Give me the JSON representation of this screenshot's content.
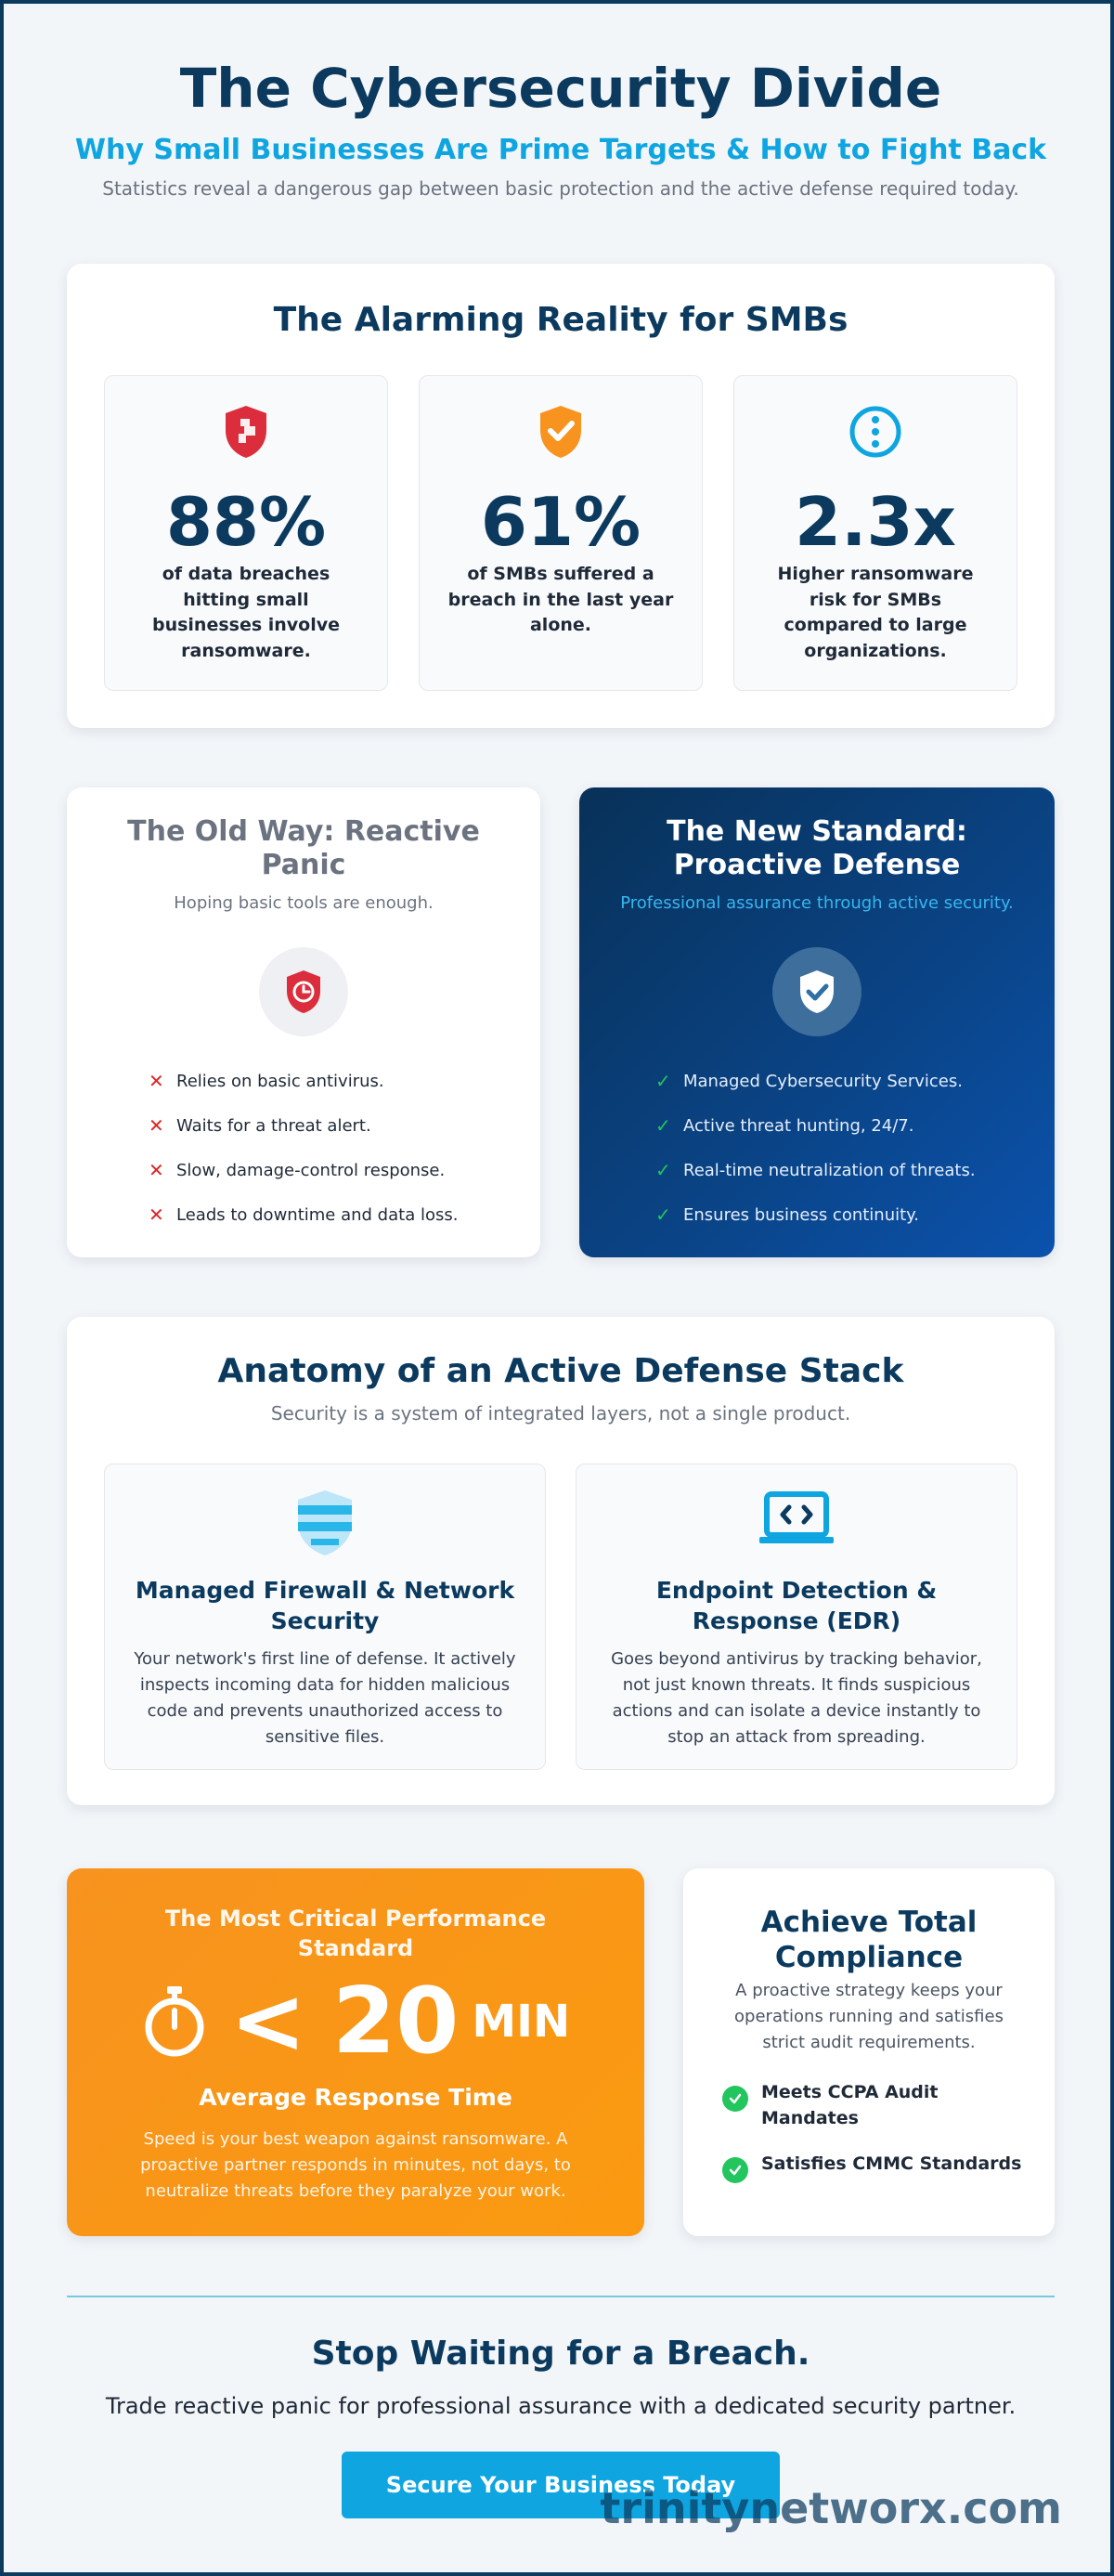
{
  "header": {
    "title": "The Cybersecurity Divide",
    "subtitle": "Why Small Businesses Are Prime Targets & How to Fight Back",
    "tagline": "Statistics reveal a dangerous gap between basic protection and the active defense required today."
  },
  "reality": {
    "title": "The Alarming Reality for SMBs",
    "stats": [
      {
        "icon": "shield-alert-icon",
        "value": "88%",
        "label": "of data breaches hitting small businesses involve ransomware."
      },
      {
        "icon": "shield-check-icon",
        "value": "61%",
        "label": "of SMBs suffered a breach in the last year alone."
      },
      {
        "icon": "info-circle-icon",
        "value": "2.3x",
        "label": "Higher ransomware risk for SMBs compared to large organizations."
      }
    ]
  },
  "old_way": {
    "title": "The Old Way: Reactive Panic",
    "subtitle": "Hoping basic tools are enough.",
    "icon": "clock-shield-icon",
    "items": [
      "Relies on basic antivirus.",
      "Waits for a threat alert.",
      "Slow, damage-control response.",
      "Leads to downtime and data loss."
    ]
  },
  "new_way": {
    "title": "The New Standard: Proactive Defense",
    "subtitle": "Professional assurance through active security.",
    "icon": "shield-check-icon",
    "items": [
      "Managed Cybersecurity Services.",
      "Active threat hunting, 24/7.",
      "Real-time neutralization of threats.",
      "Ensures business continuity."
    ]
  },
  "anatomy": {
    "title": "Anatomy of an Active Defense Stack",
    "subtitle": "Security is a system of integrated layers, not a single product.",
    "layers": [
      {
        "icon": "firewall-icon",
        "title": "Managed Firewall & Network Security",
        "desc": "Your network's first line of defense. It actively inspects incoming data for hidden malicious code and prevents unauthorized access to sensitive files."
      },
      {
        "icon": "laptop-code-icon",
        "title": "Endpoint Detection & Response (EDR)",
        "desc": "Goes beyond antivirus by tracking behavior, not just known threats. It finds suspicious actions and can isolate a device instantly to stop an attack from spreading."
      }
    ]
  },
  "speed": {
    "title": "The Most Critical Performance Standard",
    "icon": "stopwatch-icon",
    "comparator": "<",
    "value": "20",
    "unit": "MIN",
    "label": "Average Response Time",
    "desc": "Speed is your best weapon against ransomware. A proactive partner responds in minutes, not days, to neutralize threats before they paralyze your work."
  },
  "compliance": {
    "title": "Achieve Total Compliance",
    "desc": "A proactive strategy keeps your operations running and satisfies strict audit requirements.",
    "items": [
      "Meets CCPA Audit Mandates",
      "Satisfies CMMC Standards"
    ]
  },
  "cta": {
    "title": "Stop Waiting for a Breach.",
    "desc": "Trade reactive panic for professional assurance with a dedicated security partner.",
    "button": "Secure Your Business Today"
  },
  "watermark": "trinitynetworx.com",
  "colors": {
    "navy": "#0b3a5e",
    "sky": "#0ea5e0",
    "orange": "#f7931e",
    "green": "#22c55e",
    "red": "#dc2626"
  }
}
